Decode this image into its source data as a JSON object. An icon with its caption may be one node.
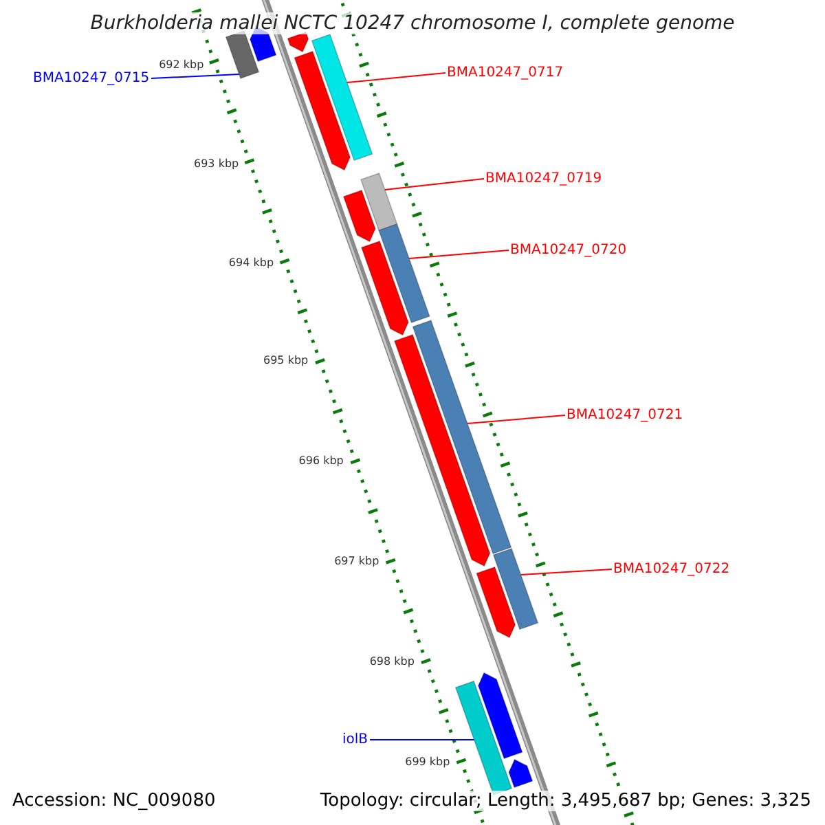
{
  "diagram": {
    "title": "Burkholderia mallei NCTC 10247 chromosome I, complete genome",
    "nodes": [
      {
        "text": [
          "BMA10247_0715"
        ]
      },
      {
        "text": [
          "BMA10247_0717"
        ]
      },
      {
        "text": [
          "BMA10247_0719"
        ]
      },
      {
        "text": [
          "BMA10247_0720"
        ]
      },
      {
        "text": [
          "BMA10247_0721"
        ]
      },
      {
        "text": [
          "BMA10247_0722"
        ]
      },
      {
        "text": [
          "iolB"
        ]
      },
      {
        "text": [],
        "shape": "bar"
      },
      {
        "text": [],
        "shape": "bar"
      },
      {
        "text": [],
        "shape": "bar"
      },
      {
        "text": [],
        "shape": "bar"
      },
      {
        "text": [],
        "shape": "bar"
      },
      {
        "text": [],
        "shape": "bar"
      },
      {
        "text": [],
        "shape": "bar"
      },
      {
        "text": [],
        "shape": "bar"
      },
      {
        "text": [],
        "shape": "bar"
      },
      {
        "text": [],
        "shape": "bar"
      },
      {
        "text": [],
        "shape": "bar"
      },
      {
        "text": [],
        "shape": "bar"
      },
      {
        "text": [],
        "shape": "bar"
      },
      {
        "text": [],
        "shape": "bar"
      },
      {
        "text": [],
        "shape": "bar"
      },
      {
        "text": [],
        "shape": "bar"
      }
    ],
    "edges": [
      {
        "from": 0,
        "to": 7,
        "arrow": "none",
        "color": "#0000ff"
      },
      {
        "from": 1,
        "to": 11,
        "arrow": "none"
      },
      {
        "from": 2,
        "to": 12,
        "arrow": "none"
      },
      {
        "from": 3,
        "to": 14,
        "arrow": "none"
      },
      {
        "from": 4,
        "to": 16,
        "arrow": "none"
      },
      {
        "from": 5,
        "to": 17,
        "arrow": "none"
      },
      {
        "from": 6,
        "to": 20,
        "arrow": "none",
        "color": "#0000ff"
      }
    ],
    "labels": [
      "692 kbp",
      "693 kbp",
      "694 kbp",
      "695 kbp",
      "696 kbp",
      "697 kbp",
      "698 kbp",
      "699 kbp",
      "Accession: NC_009080",
      "Topology: circular; Length: 3,495,687 bp; Genes: 3,325"
    ]
  }
}
